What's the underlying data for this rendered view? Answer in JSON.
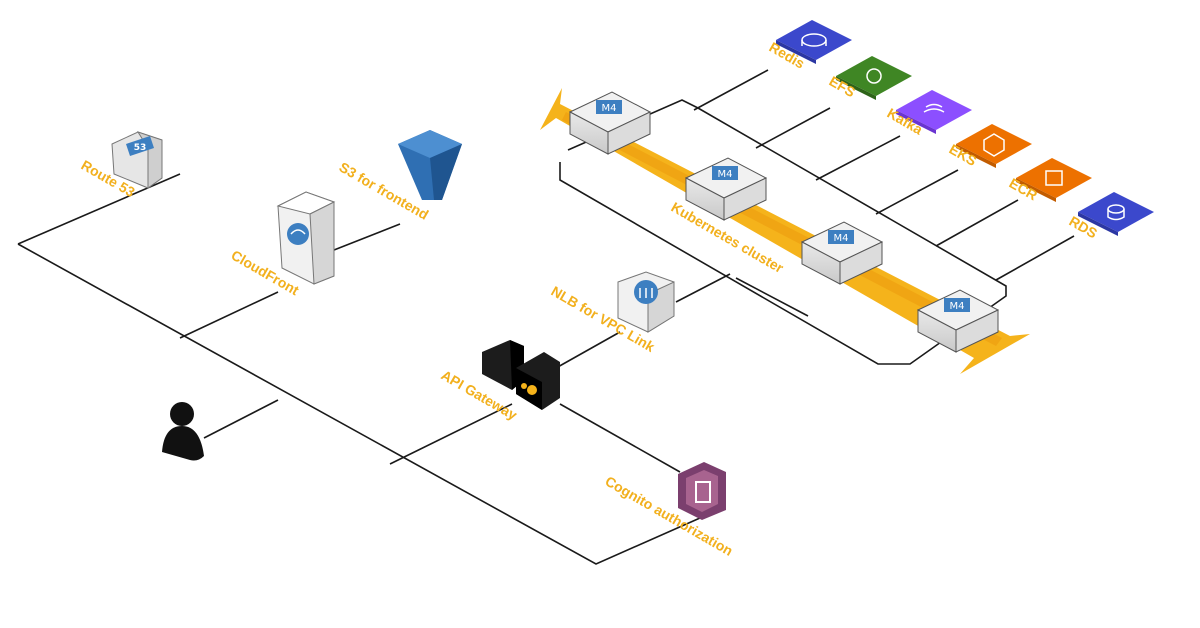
{
  "labels": {
    "route53": "Route 53",
    "s3_frontend": "S3 for frontend",
    "cloudfront": "CloudFront",
    "api_gateway": "API Gateway",
    "nlb": "NLB for VPC Link",
    "cognito": "Cognito authorization",
    "k8s_cluster": "Kubernetes cluster",
    "redis": "Redis",
    "efs": "EFS",
    "kafka": "Kafka",
    "eks": "EKS",
    "ecr": "ECR",
    "rds": "RDS"
  },
  "icons": {
    "route53_badge": "53",
    "node_badge": "M4"
  },
  "colors": {
    "label": "#f2b01e",
    "arrow": "#f5b31b",
    "redis": "#3b48cc",
    "efs": "#3f8624",
    "kafka": "#8c4fff",
    "eks": "#ed7100",
    "ecr": "#ed7100",
    "rds": "#3b48cc",
    "cognito": "#7b3f6e",
    "s3": "#2f6fb3"
  }
}
